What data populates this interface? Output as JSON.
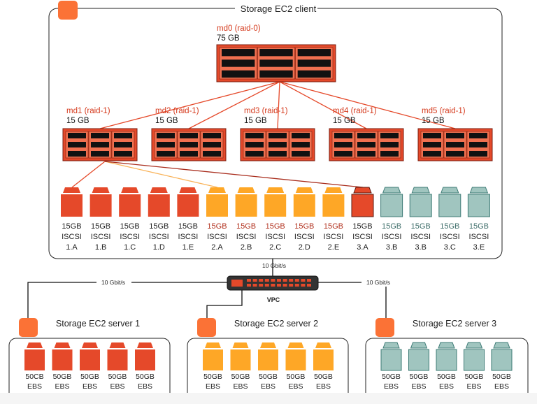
{
  "client": {
    "title": "Storage EC2 client"
  },
  "md0": {
    "name": "md0 (raid-0)",
    "size": "75 GB"
  },
  "arrays": [
    {
      "name": "md1 (raid-1)",
      "size": "15 GB"
    },
    {
      "name": "md2 (raid-1)",
      "size": "15 GB"
    },
    {
      "name": "md3 (raid-1)",
      "size": "15 GB"
    },
    {
      "name": "md4 (raid-1)",
      "size": "15 GB"
    },
    {
      "name": "md5 (raid-1)",
      "size": "15 GB"
    }
  ],
  "iscsi_disks": [
    {
      "size": "15GB",
      "type": "ISCSI",
      "id": "1.A",
      "group": 1
    },
    {
      "size": "15GB",
      "type": "ISCSI",
      "id": "1.B",
      "group": 1
    },
    {
      "size": "15GB",
      "type": "ISCSI",
      "id": "1.C",
      "group": 1
    },
    {
      "size": "15GB",
      "type": "ISCSI",
      "id": "1.D",
      "group": 1
    },
    {
      "size": "15GB",
      "type": "ISCSI",
      "id": "1.E",
      "group": 1
    },
    {
      "size": "15GB",
      "type": "ISCSI",
      "id": "2.A",
      "group": 2
    },
    {
      "size": "15GB",
      "type": "ISCSI",
      "id": "2.B",
      "group": 2
    },
    {
      "size": "15GB",
      "type": "ISCSI",
      "id": "2.C",
      "group": 2
    },
    {
      "size": "15GB",
      "type": "ISCSI",
      "id": "2.D",
      "group": 2
    },
    {
      "size": "15GB",
      "type": "ISCSI",
      "id": "2.E",
      "group": 2
    },
    {
      "size": "15GB",
      "type": "ISCSI",
      "id": "3.A",
      "group": 4
    },
    {
      "size": "15GB",
      "type": "ISCSI",
      "id": "3.B",
      "group": 3
    },
    {
      "size": "15GB",
      "type": "ISCSI",
      "id": "3.B",
      "group": 3
    },
    {
      "size": "15GB",
      "type": "ISCSI",
      "id": "3.C",
      "group": 3
    },
    {
      "size": "15GB",
      "type": "ISCSI",
      "id": "3.E",
      "group": 3
    }
  ],
  "network": {
    "switch_label": "VPC",
    "uplink_speed": "10 Gbit/s",
    "left_speed": "10 Gbit/s",
    "right_speed": "10 Gbit/s"
  },
  "servers": [
    {
      "title": "Storage EC2 server 1",
      "group": 1,
      "disks": [
        {
          "size": "50CB",
          "type": "EBS"
        },
        {
          "size": "50GB",
          "type": "EBS"
        },
        {
          "size": "50GB",
          "type": "EBS"
        },
        {
          "size": "50GB",
          "type": "EBS"
        },
        {
          "size": "50GB",
          "type": "EBS"
        }
      ]
    },
    {
      "title": "Storage EC2 server 2",
      "group": 2,
      "disks": [
        {
          "size": "50GB",
          "type": "EBS"
        },
        {
          "size": "50GB",
          "type": "EBS"
        },
        {
          "size": "50GB",
          "type": "EBS"
        },
        {
          "size": "50GB",
          "type": "EBS"
        },
        {
          "size": "50GB",
          "type": "EBS"
        }
      ]
    },
    {
      "title": "Storage EC2 server 3",
      "group": 3,
      "disks": [
        {
          "size": "50GB",
          "type": "EBS"
        },
        {
          "size": "50GB",
          "type": "EBS"
        },
        {
          "size": "50GB",
          "type": "EBS"
        },
        {
          "size": "50GB",
          "type": "EBS"
        },
        {
          "size": "50GB",
          "type": "EBS"
        }
      ]
    }
  ],
  "colors": {
    "red": "#e5492a",
    "orange": "#fea726",
    "teal": "#a0c5bf",
    "teal_stroke": "#3e7b76",
    "darkred": "#a92e1e",
    "label_red": "#d53a1d",
    "instance_icon": "#fb7236",
    "link_light": "#f9b35a"
  }
}
